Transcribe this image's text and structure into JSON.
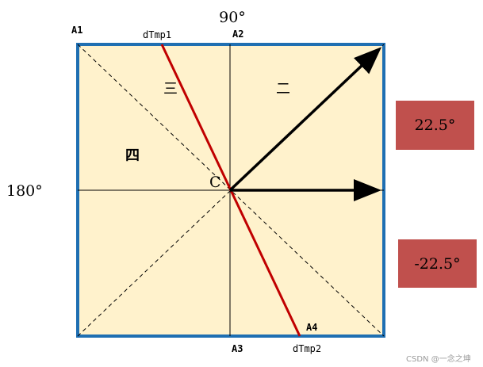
{
  "labels": {
    "top_angle": "90°",
    "left_angle": "180°",
    "a1": "A1",
    "a2": "A2",
    "a3": "A3",
    "a4": "A4",
    "dtmp1": "dTmp1",
    "dtmp2": "dTmp2",
    "center": "C",
    "zone_two": "二",
    "zone_three": "三",
    "zone_four": "四"
  },
  "boxes": {
    "positive": "22.5°",
    "negative": "-22.5°"
  },
  "watermark": "CSDN @一念之坤",
  "colors": {
    "square_fill": "#fff2cc",
    "square_border": "#1f6fb2",
    "red_line": "#c00000",
    "arrow": "#000000",
    "box_fill": "#c0504d"
  }
}
